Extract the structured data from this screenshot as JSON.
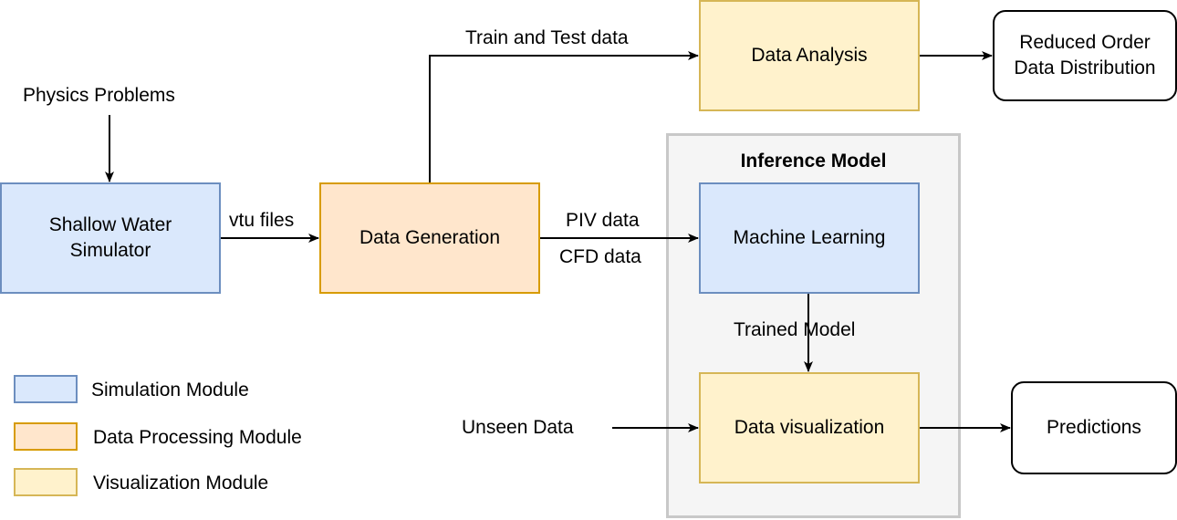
{
  "inputs": {
    "physics_problems": "Physics Problems",
    "unseen_data": "Unseen Data"
  },
  "nodes": {
    "shallow_water_simulator": "Shallow Water\nSimulator",
    "data_generation": "Data Generation",
    "data_analysis": "Data  Analysis",
    "reduced_order": "Reduced Order\nData Distribution",
    "machine_learning": "Machine Learning",
    "data_visualization": "Data visualization",
    "predictions": "Predictions"
  },
  "group": {
    "title": "Inference Model"
  },
  "edge_labels": {
    "vtu_files": "vtu files",
    "train_test": "Train and Test data",
    "piv_data": "PIV data",
    "cfd_data": "CFD data",
    "trained_model": "Trained Model"
  },
  "legend": [
    {
      "label": "Simulation Module",
      "fill": "#dae8fc",
      "stroke": "#6c8ebf"
    },
    {
      "label": "Data Processing Module",
      "fill": "#ffe6cc",
      "stroke": "#d79b00"
    },
    {
      "label": "Visualization Module",
      "fill": "#fff2cc",
      "stroke": "#d6b656"
    }
  ]
}
